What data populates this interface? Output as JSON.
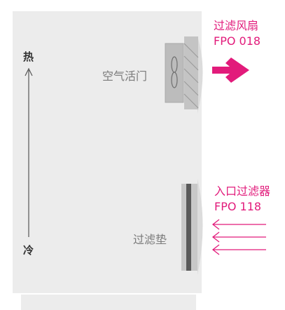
{
  "diagram": {
    "labels": {
      "air_damper": "空气活门",
      "filter_pad": "过滤垫",
      "hot": "热",
      "cold": "冷"
    },
    "exhaust_fan": {
      "title": "过滤风扇",
      "model": "FPO 018"
    },
    "inlet_filter": {
      "title": "入口过滤器",
      "model": "FPO 118"
    },
    "colors": {
      "accent": "#e21b7b",
      "cabinet": "#ececec",
      "grille": "#c4c4c4",
      "damper": "#bcbcbc",
      "filter_core": "#5a5a5a",
      "hood": "#dcdcdc",
      "text_gray": "#7a7a7a"
    }
  }
}
